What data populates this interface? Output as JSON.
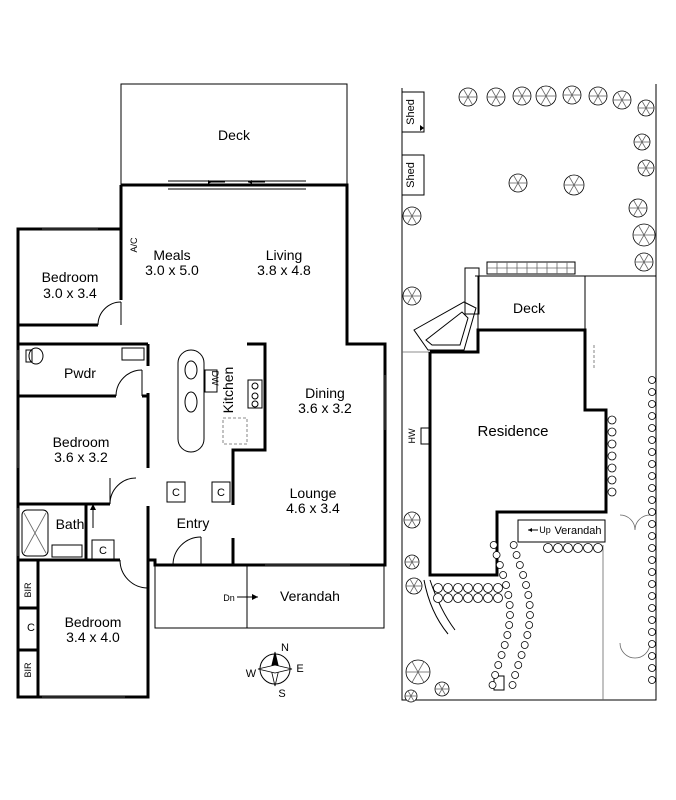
{
  "floor_plan": {
    "rooms": {
      "deck": {
        "name": "Deck"
      },
      "meals": {
        "name": "Meals",
        "size": "3.0 x 5.0"
      },
      "living": {
        "name": "Living",
        "size": "3.8 x 4.8"
      },
      "bedroom1": {
        "name": "Bedroom",
        "size": "3.0 x 3.4"
      },
      "pwdr": {
        "name": "Pwdr"
      },
      "kitchen": {
        "name": "Kitchen"
      },
      "dining": {
        "name": "Dining",
        "size": "3.6 x 3.2"
      },
      "bedroom2": {
        "name": "Bedroom",
        "size": "3.6 x 3.2"
      },
      "lounge": {
        "name": "Lounge",
        "size": "4.6 x 3.4"
      },
      "bath": {
        "name": "Bath"
      },
      "entry": {
        "name": "Entry"
      },
      "bedroom3": {
        "name": "Bedroom",
        "size": "3.4 x 4.0"
      },
      "verandah": {
        "name": "Verandah"
      }
    },
    "fixtures": {
      "ac": "A/C",
      "dw": "DW",
      "cupboard": "C",
      "bir": "BIR",
      "down": "Dn"
    }
  },
  "compass": {
    "n": "N",
    "e": "E",
    "s": "S",
    "w": "W"
  },
  "site_plan": {
    "shed_label": "Shed",
    "deck_label": "Deck",
    "residence_label": "Residence",
    "hw_label": "HW",
    "up_label": "Up",
    "verandah_label": "Verandah"
  }
}
